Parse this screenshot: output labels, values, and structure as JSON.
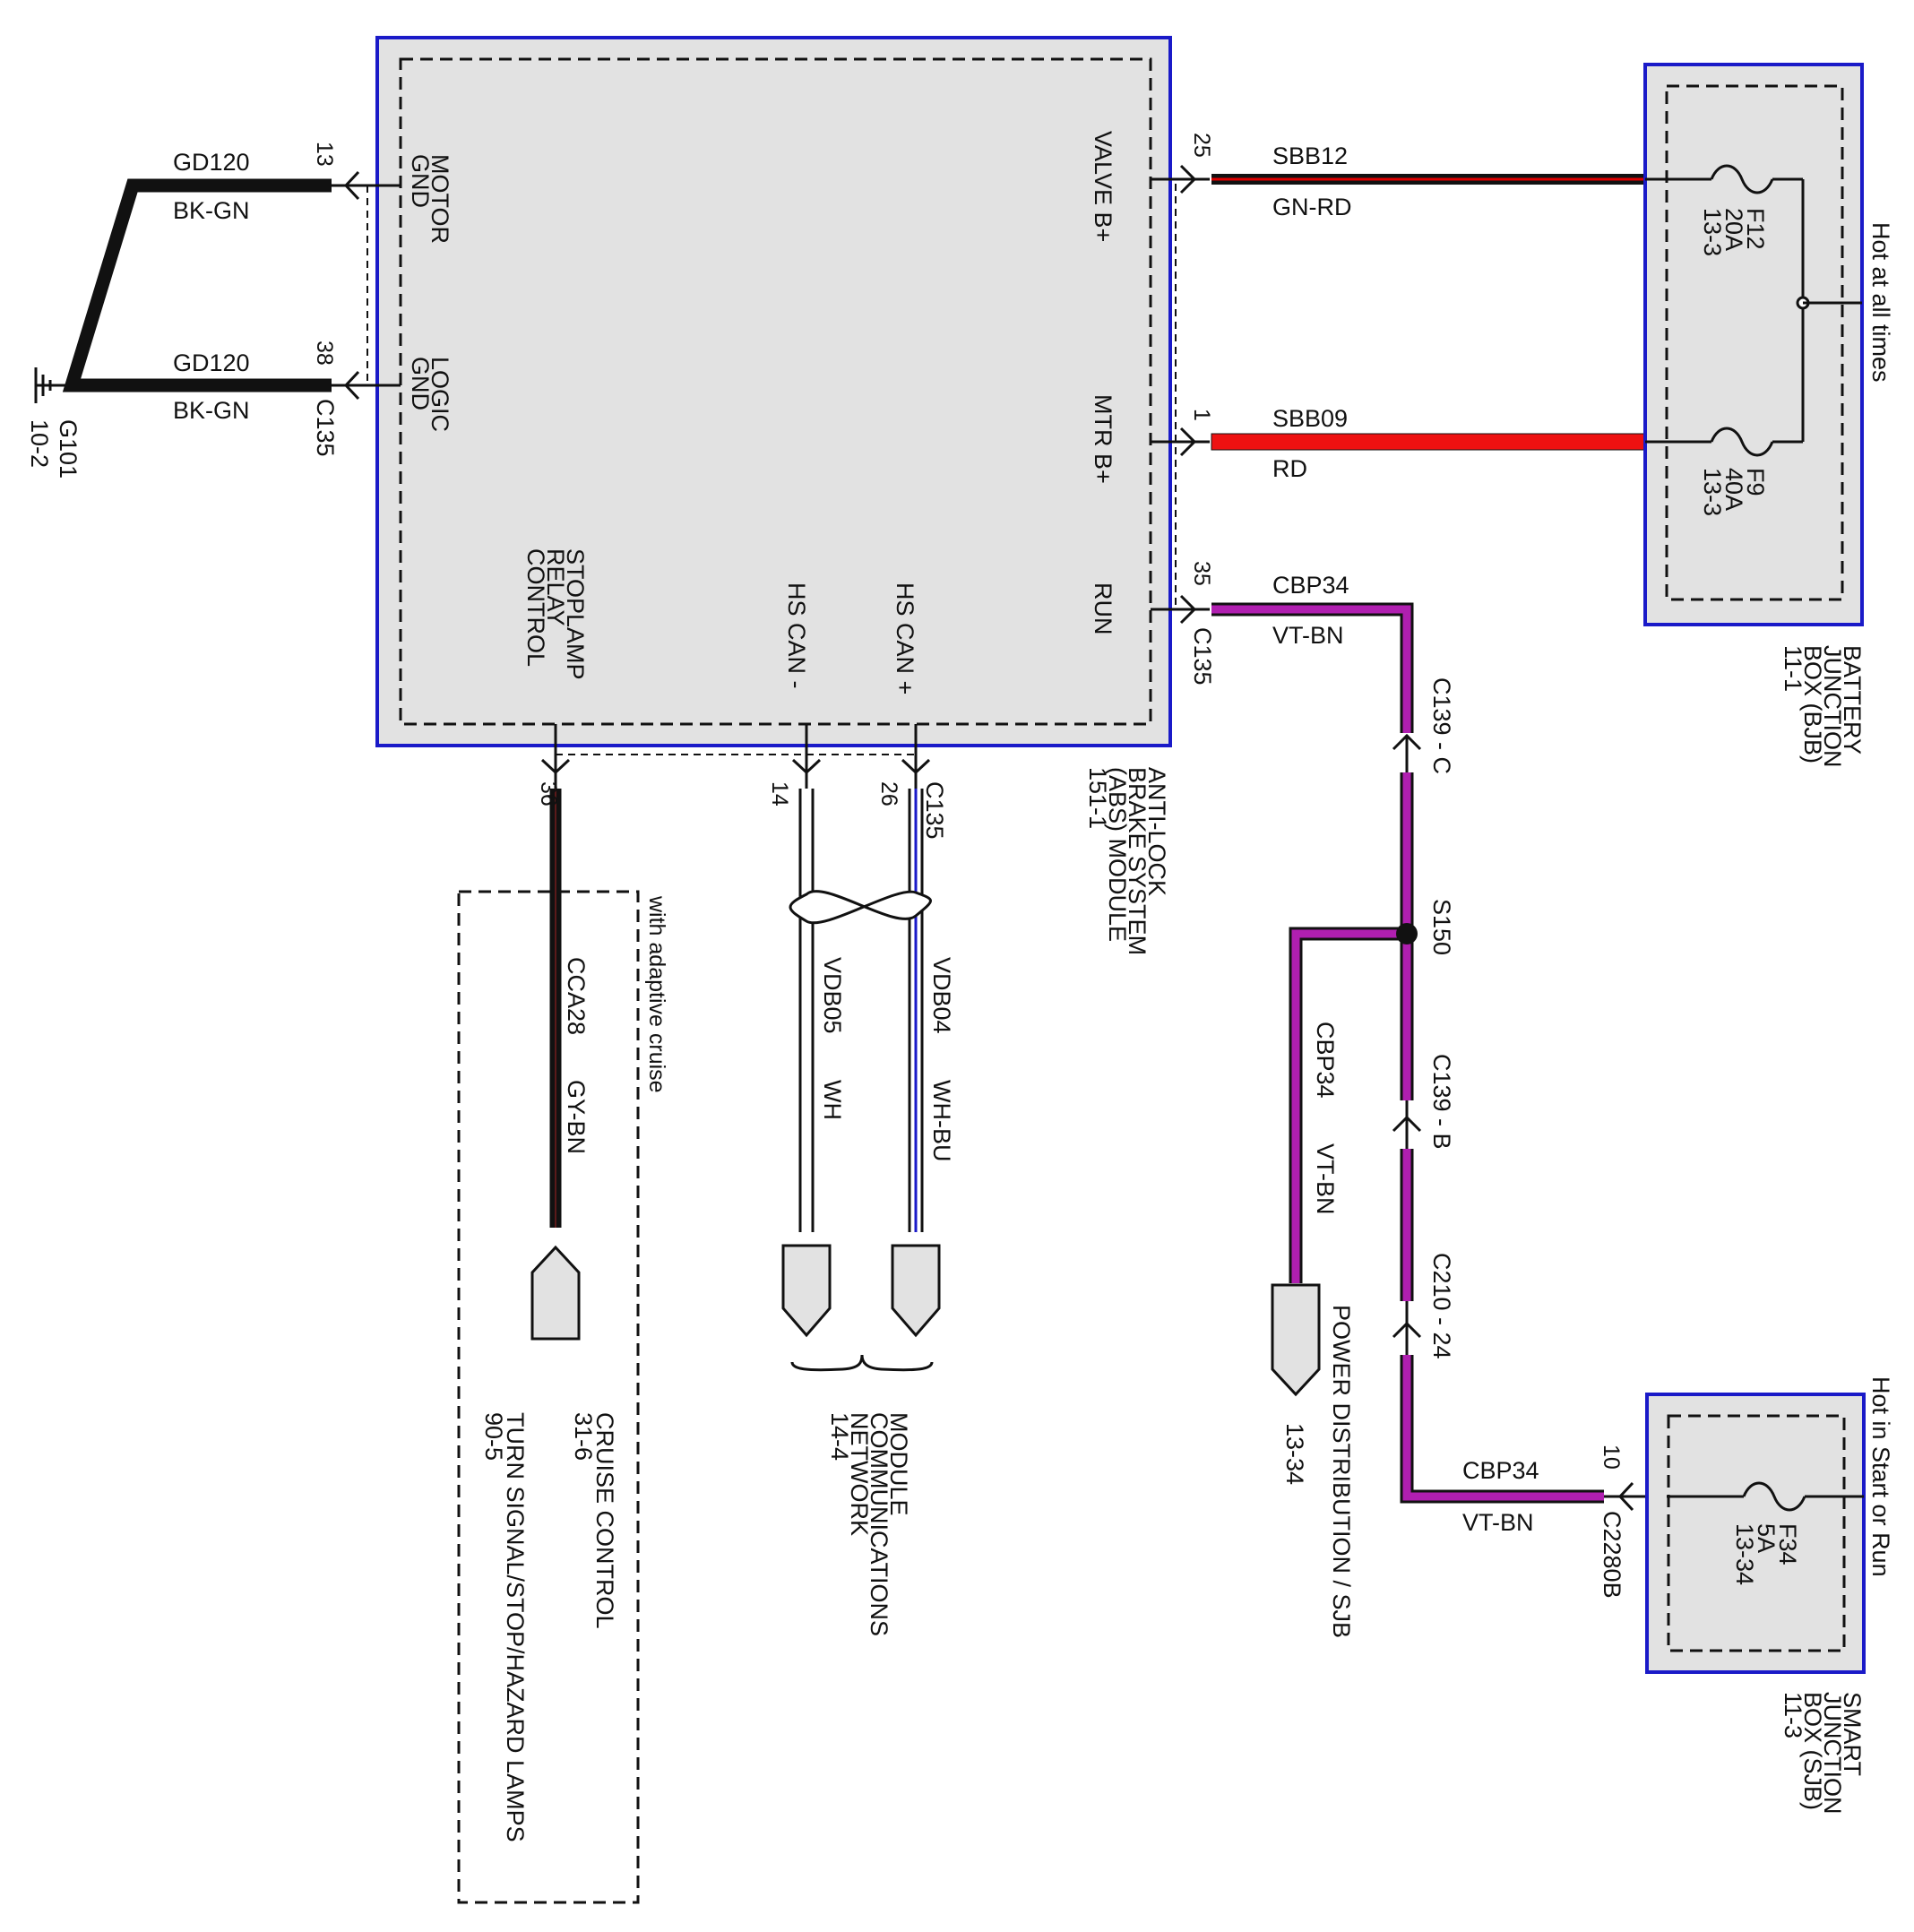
{
  "colors": {
    "black": "#111111",
    "red": "#e00000",
    "redwire": "#ee1111",
    "violet": "#b01fb0",
    "blue": "#1a1ac8",
    "box_fill": "#e2e2e2"
  },
  "abs_module": {
    "name": [
      "ANTI-LOCK",
      "BRAKE SYSTEM",
      "(ABS) MODULE",
      "151-1"
    ],
    "pins": {
      "motor_gnd": [
        "MOTOR",
        "GND"
      ],
      "logic_gnd": [
        "LOGIC",
        "GND"
      ],
      "valve_b": "VALVE B+",
      "mtr_b": "MTR B+",
      "run": "RUN",
      "stoplamp": [
        "STOPLAMP",
        "RELAY",
        "CONTROL"
      ],
      "hs_can_minus": "HS CAN -",
      "hs_can_plus": "HS CAN +"
    }
  },
  "ground": {
    "name": "G101",
    "ref": "10-2",
    "wire_top": {
      "circuit": "GD120",
      "color": "BK-GN",
      "pin": "13"
    },
    "wire_bottom": {
      "circuit": "GD120",
      "color": "BK-GN",
      "pin": "38",
      "connector": "C135"
    }
  },
  "right_wires": {
    "valve": {
      "pin": "25",
      "circuit": "SBB12",
      "color": "GN-RD"
    },
    "mtr": {
      "pin": "1",
      "circuit": "SBB09",
      "color": "RD"
    },
    "run": {
      "pin": "35",
      "connector": "C135",
      "circuit": "CBP34",
      "color": "VT-BN"
    }
  },
  "bjb": {
    "name": [
      "BATTERY",
      "JUNCTION",
      "BOX (BJB)",
      "11-1"
    ],
    "hot_label": "Hot at all times",
    "fuse_f12": [
      "F12",
      "20A",
      "13-3"
    ],
    "fuse_f9": [
      "F9",
      "40A",
      "13-3"
    ]
  },
  "sjb": {
    "name": [
      "SMART",
      "JUNCTION",
      "BOX (SJB)",
      "11-3"
    ],
    "hot_label": "Hot in Start or Run",
    "fuse_f34": [
      "F34",
      "5A",
      "13-34"
    ]
  },
  "run_path": {
    "c139c": "C139 - C",
    "s150": "S150",
    "c139b": "C139 - B",
    "c210": "C210 - 24",
    "branch_circuit": "CBP34",
    "branch_color": "VT-BN",
    "branch_dest": "POWER DISTRIBUTION / SJB",
    "branch_ref": "13-34",
    "sjb_wire_circuit": "CBP34",
    "sjb_wire_color": "VT-BN",
    "sjb_pin": "10",
    "sjb_connector": "C2280B"
  },
  "bottom": {
    "stop_pin": "36",
    "stop_circuit": "CCA28",
    "stop_color": "GY-BN",
    "can_minus_pin": "14",
    "can_plus_pin": "26",
    "can_connector": "C135",
    "can_minus_circuit": "VDB05",
    "can_minus_color": "WH",
    "can_plus_circuit": "VDB04",
    "can_plus_color": "WH-BU",
    "adaptive_note": "with adaptive cruise",
    "cruise_dest": "CRUISE CONTROL",
    "cruise_ref": "31-6",
    "turn_dest": "TURN SIGNAL/STOP/HAZARD LAMPS",
    "turn_ref": "90-5",
    "network_dest": [
      "MODULE",
      "COMMUNICATIONS",
      "NETWORK",
      "14-4"
    ]
  }
}
